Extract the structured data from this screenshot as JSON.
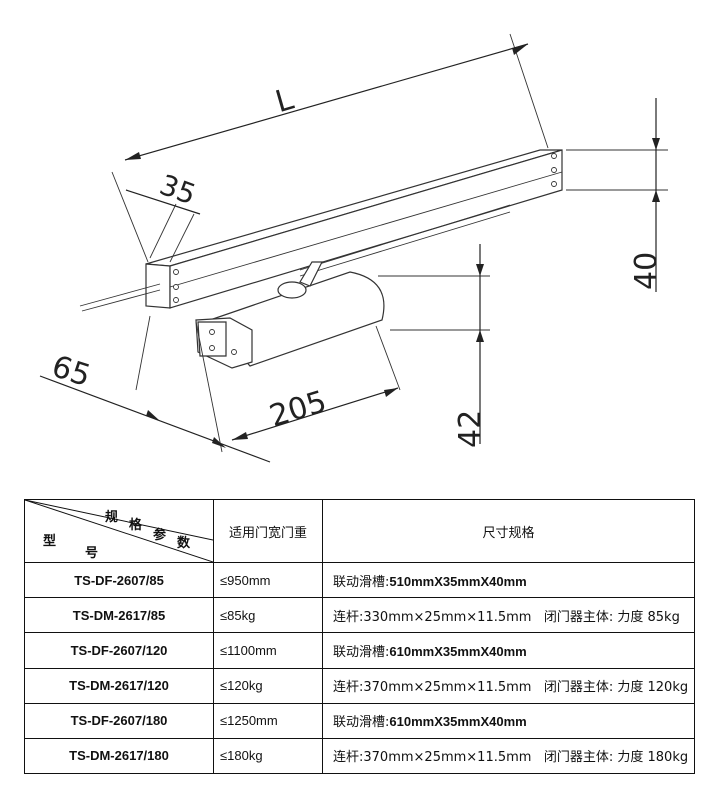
{
  "drawing": {
    "dimensions": {
      "length": "L",
      "rail_width": "35",
      "rail_height": "40",
      "body_offset": "65",
      "body_length": "205",
      "body_height": "42"
    }
  },
  "table": {
    "header": {
      "diag_gui": "规",
      "diag_ge": "格",
      "diag_can": "参",
      "diag_shu": "数",
      "diag_xing": "型",
      "diag_hao": "号",
      "door_weight": "适用门宽门重",
      "size_spec": "尺寸规格"
    },
    "rows": [
      {
        "model": "TS-DF-2607/85",
        "weight": "≤950mm",
        "spec_label": "联动滑槽:",
        "spec_value": "510mmX35mmX40mm",
        "spec_extra": ""
      },
      {
        "model": "TS-DM-2617/85",
        "weight": "≤85kg",
        "spec_label": "连杆:",
        "spec_value": "330mm×25mm×11.5mm",
        "spec_extra": "闭门器主体:  力度 85kg"
      },
      {
        "model": "TS-DF-2607/120",
        "weight": "≤1100mm",
        "spec_label": "联动滑槽:",
        "spec_value": "610mmX35mmX40mm",
        "spec_extra": ""
      },
      {
        "model": "TS-DM-2617/120",
        "weight": "≤120kg",
        "spec_label": "连杆:",
        "spec_value": "370mm×25mm×11.5mm",
        "spec_extra": "闭门器主体:  力度 120kg"
      },
      {
        "model": "TS-DF-2607/180",
        "weight": "≤1250mm",
        "spec_label": "联动滑槽:",
        "spec_value": "610mmX35mmX40mm",
        "spec_extra": ""
      },
      {
        "model": "TS-DM-2617/180",
        "weight": "≤180kg",
        "spec_label": "连杆:",
        "spec_value": "370mm×25mm×11.5mm",
        "spec_extra": "闭门器主体:  力度 180kg"
      }
    ]
  }
}
